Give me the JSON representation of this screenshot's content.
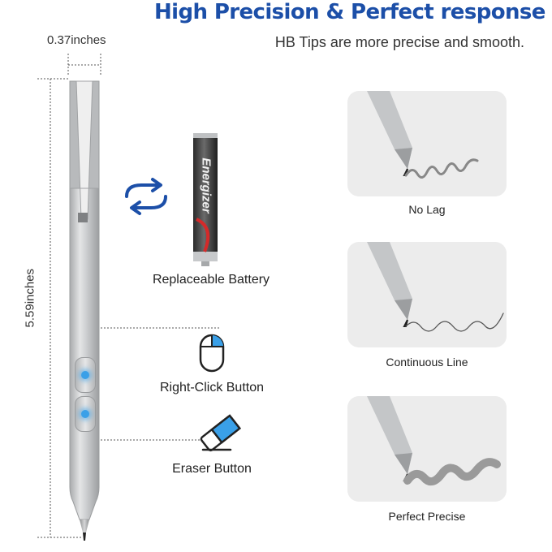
{
  "header": {
    "title": "High Precision & Perfect response",
    "subtitle": "HB Tips are more precise and smooth."
  },
  "dimensions": {
    "width_label": "0.37inches",
    "length_label": "5.59inches"
  },
  "features": {
    "battery_label": "Replaceable Battery",
    "battery_brand": "Energizer",
    "right_click_label": "Right-Click Button",
    "eraser_label": "Eraser Button"
  },
  "panels": [
    {
      "label": "No Lag"
    },
    {
      "label": "Continuous Line"
    },
    {
      "label": "Perfect Precise"
    }
  ],
  "colors": {
    "accent_blue": "#1c4fa8",
    "button_glow": "#3aa0e8",
    "pen_silver": "#c9cbcd",
    "panel_bg": "#ececec"
  }
}
